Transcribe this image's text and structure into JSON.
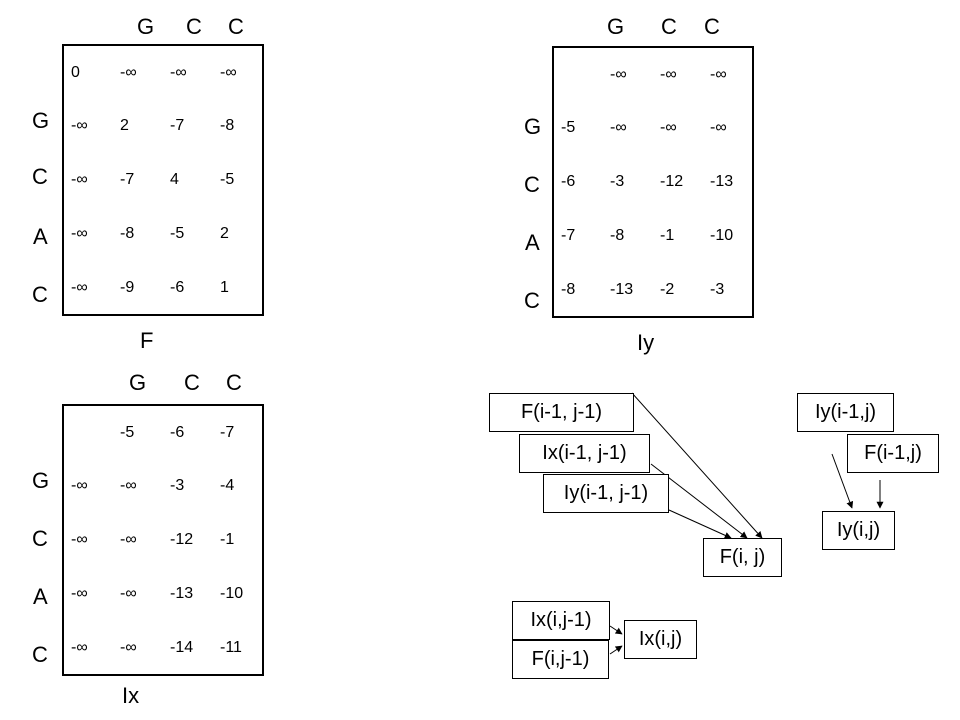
{
  "matrices": {
    "F": {
      "label": "F",
      "col_seq": [
        "G",
        "C",
        "C"
      ],
      "row_seq": [
        "G",
        "C",
        "A",
        "C"
      ],
      "rows": [
        [
          "0",
          "-∞",
          "-∞",
          "-∞"
        ],
        [
          "-∞",
          "2",
          "-7",
          "-8"
        ],
        [
          "-∞",
          "-7",
          "4",
          "-5"
        ],
        [
          "-∞",
          "-8",
          "-5",
          "2"
        ],
        [
          "-∞",
          "-9",
          "-6",
          "1"
        ]
      ]
    },
    "Iy": {
      "label": "Iy",
      "col_seq": [
        "G",
        "C",
        "C"
      ],
      "row_seq": [
        "G",
        "C",
        "A",
        "C"
      ],
      "rows": [
        [
          "",
          "-∞",
          "-∞",
          "-∞"
        ],
        [
          "-5",
          "-∞",
          "-∞",
          "-∞"
        ],
        [
          "-6",
          "-3",
          "-12",
          "-13"
        ],
        [
          "-7",
          "-8",
          "-1",
          "-10"
        ],
        [
          "-8",
          "-13",
          "-2",
          "-3"
        ]
      ]
    },
    "Ix": {
      "label": "Ix",
      "col_seq": [
        "G",
        "C",
        "C"
      ],
      "row_seq": [
        "G",
        "C",
        "A",
        "C"
      ],
      "rows": [
        [
          "",
          "-5",
          "-6",
          "-7"
        ],
        [
          "-∞",
          "-∞",
          "-3",
          "-4"
        ],
        [
          "-∞",
          "-∞",
          "-12",
          "-1"
        ],
        [
          "-∞",
          "-∞",
          "-13",
          "-10"
        ],
        [
          "-∞",
          "-∞",
          "-14",
          "-11"
        ]
      ]
    }
  },
  "recurrence": {
    "F_sources": [
      "F(i-1, j-1)",
      "Ix(i-1, j-1)",
      "Iy(i-1, j-1)"
    ],
    "F_target": "F(i, j)",
    "Iy_sources": [
      "Iy(i-1,j)",
      "F(i-1,j)"
    ],
    "Iy_target": "Iy(i,j)",
    "Ix_sources": [
      "Ix(i,j-1)",
      "F(i,j-1)"
    ],
    "Ix_target": "Ix(i,j)"
  }
}
